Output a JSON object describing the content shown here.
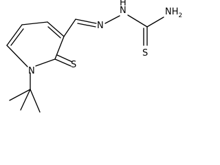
{
  "molecule": {
    "atoms": {
      "ring_nitrogen": "N",
      "thione_sulfur": "S",
      "imine_nitrogen": "N",
      "hydrazide_nitrogen": "N",
      "hydrazide_hydrogen": "H",
      "thioamide_nitrogen": "NH",
      "thioamide_nitrogen_subscript": "2",
      "thioamide_sulfur": "S"
    }
  }
}
